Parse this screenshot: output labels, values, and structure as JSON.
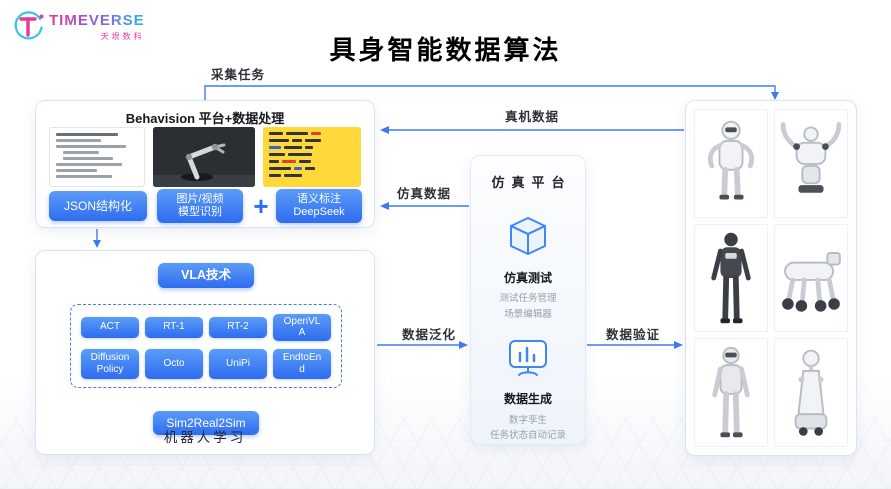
{
  "colors": {
    "accent": "#2e6cf0",
    "arrow": "#3f7bf0",
    "title": "#000000",
    "brand_pink": "#e6399b",
    "brand_cyan": "#2bb8e6"
  },
  "logo": {
    "brand": "TIMEVERSE",
    "sub": "天垠数科"
  },
  "title": "具身智能数据算法",
  "arrows": {
    "collect": "采集任务",
    "real": "真机数据",
    "sim": "仿真数据",
    "generalize": "数据泛化",
    "validate": "数据验证"
  },
  "behavision": {
    "title": "Behavision 平台+数据处理",
    "json_btn": "JSON结构化",
    "image_btn_line1": "图片/视频",
    "image_btn_line2": "模型识别",
    "plus": "+",
    "semantic_btn_line1": "语义标注",
    "semantic_btn_line2": "DeepSeek"
  },
  "learning": {
    "vla": "VLA技术",
    "models_row1": [
      "ACT",
      "RT-1",
      "RT-2",
      "OpenVLA"
    ],
    "models_row2": [
      "Diffusion Policy",
      "Octo",
      "UniPi",
      "EndtoEnd"
    ],
    "sim2real": "Sim2Real2Sim",
    "caption": "机器人学习"
  },
  "simulation": {
    "title": "仿真平台",
    "test_title": "仿真测试",
    "test_line1": "测试任务管理",
    "test_line2": "场景编辑器",
    "gen_title": "数据生成",
    "gen_line1": "数字孪生",
    "gen_line2": "任务状态自动记录"
  }
}
